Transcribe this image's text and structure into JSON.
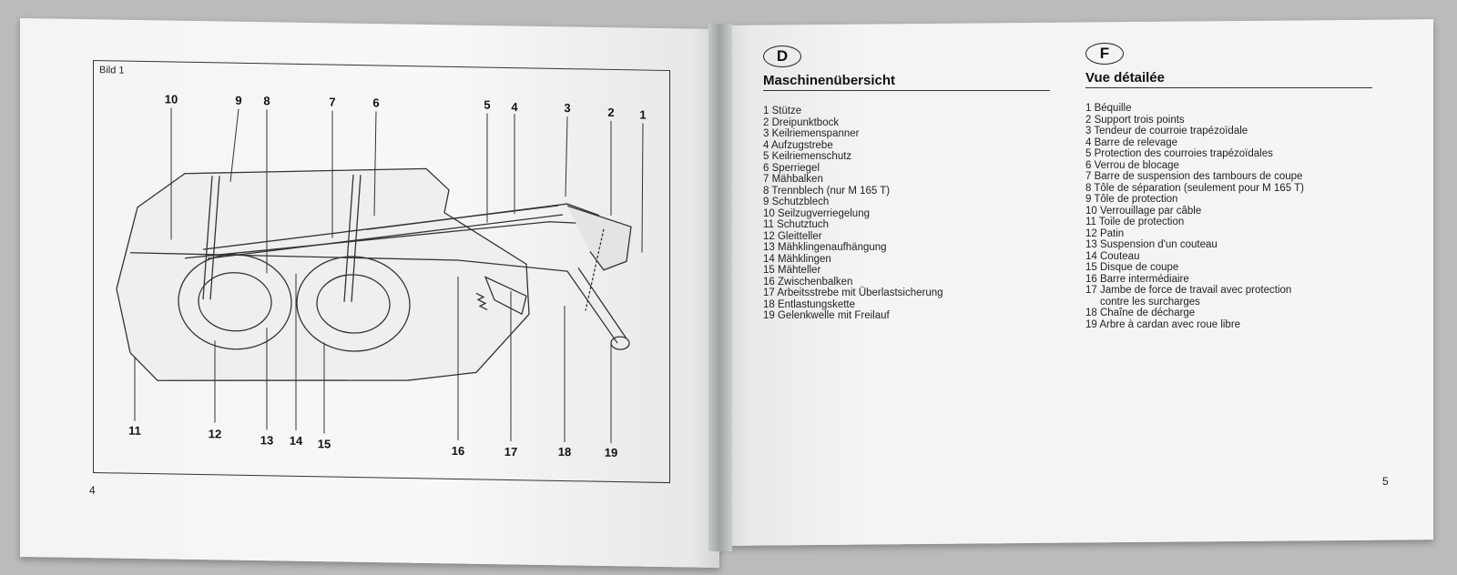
{
  "left_page": {
    "figure_label": "Bild 1",
    "page_number": "4",
    "callouts_top": [
      "10",
      "9",
      "8",
      "7",
      "6",
      "5",
      "4",
      "3",
      "2",
      "1"
    ],
    "callouts_bottom": [
      "11",
      "12",
      "13",
      "14",
      "15",
      "16",
      "17",
      "18",
      "19"
    ]
  },
  "right_page": {
    "page_number": "5",
    "german": {
      "lang_code": "D",
      "title": "Maschinenübersicht",
      "items": [
        "1 Stütze",
        "2 Dreipunktbock",
        "3 Keilriemenspanner",
        "4 Aufzugstrebe",
        "5 Keilriemenschutz",
        "6 Sperriegel",
        "7 Mähbalken",
        "8 Trennblech (nur M 165 T)",
        "9 Schutzblech",
        "10 Seilzugverriegelung",
        "11 Schutztuch",
        "12 Gleitteller",
        "13 Mähklingenaufhängung",
        "14 Mähklingen",
        "15 Mähteller",
        "16 Zwischenbalken",
        "17 Arbeitsstrebe mit Überlastsicherung",
        "18 Entlastungskette",
        "19 Gelenkwelle mit Freilauf"
      ]
    },
    "french": {
      "lang_code": "F",
      "title": "Vue détailée",
      "items": [
        "1 Béquille",
        "2 Support trois points",
        "3 Tendeur de courroie trapézoïdale",
        "4 Barre de relevage",
        "5 Protection des courroies trapézoïdales",
        "6 Verrou de blocage",
        "7 Barre de suspension des tambours de coupe",
        "8 Tôle de séparation (seulement pour M 165 T)",
        "9 Tôle de protection",
        "10 Verrouillage par câble",
        "11 Toile de protection",
        "12 Patin",
        "13 Suspension d'un couteau",
        "14 Couteau",
        "15 Disque de coupe",
        "16 Barre intermédiaire",
        "17 Jambe de force de travail avec protection",
        "     contre les surcharges",
        "18 Chaîne de décharge",
        "19 Arbre à cardan avec roue libre"
      ]
    }
  }
}
